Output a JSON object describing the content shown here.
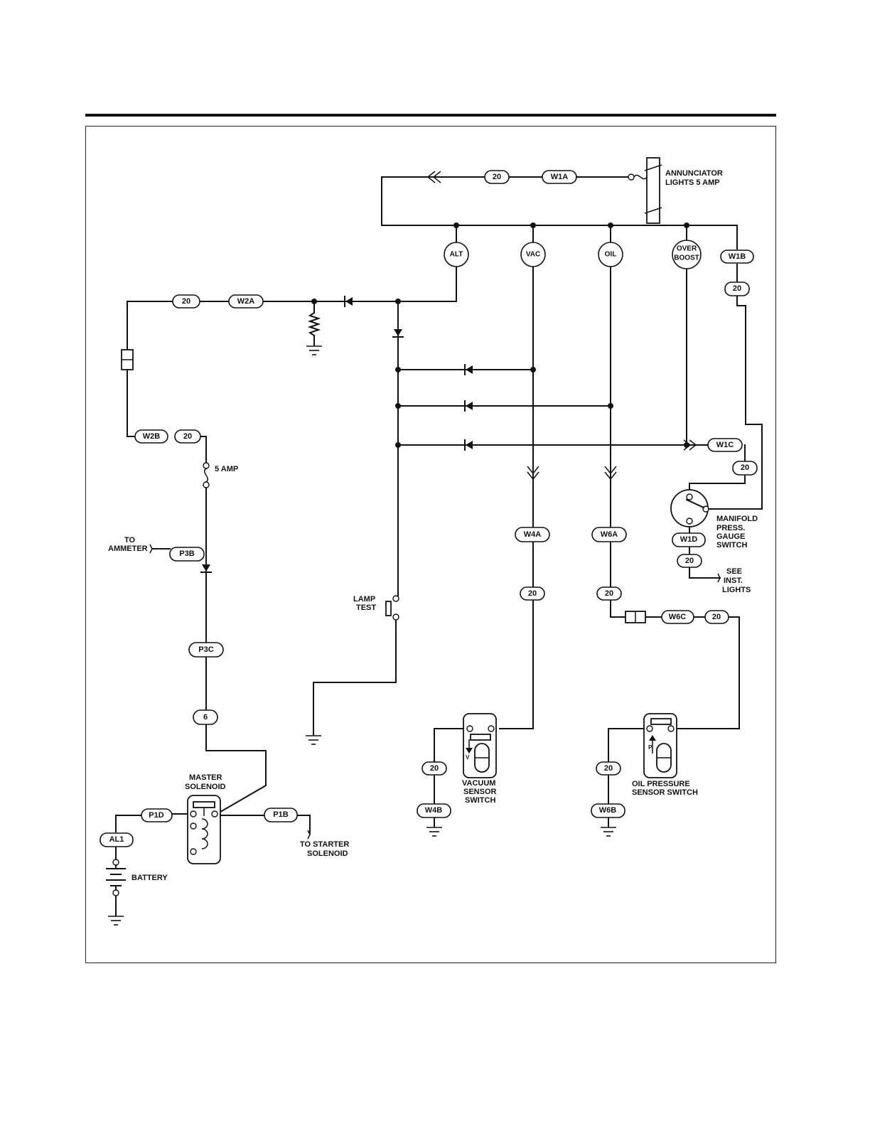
{
  "labels": {
    "annunciator_line1": "ANNUNCIATOR",
    "annunciator_line2": "LIGHTS 5 AMP",
    "five_amp": "5 AMP",
    "to_ammeter_line1": "TO",
    "to_ammeter_line2": "AMMETER",
    "lamp_test_line1": "LAMP",
    "lamp_test_line2": "TEST",
    "master_solenoid_line1": "MASTER",
    "master_solenoid_line2": "SOLENOID",
    "to_starter_line1": "TO STARTER",
    "to_starter_line2": "SOLENOID",
    "battery": "BATTERY",
    "manifold_line1": "MANIFOLD",
    "manifold_line2": "PRESS.",
    "manifold_line3": "GAUGE",
    "manifold_line4": "SWITCH",
    "see_line1": "SEE",
    "see_line2": "INST.",
    "see_line3": "LIGHTS",
    "vacuum_line1": "VACUUM",
    "vacuum_line2": "SENSOR",
    "vacuum_line3": "SWITCH",
    "oil_sensor_line1": "OIL PRESSURE",
    "oil_sensor_line2": "SENSOR SWITCH",
    "vacuum_v": "V",
    "oil_p": "P"
  },
  "indicators": {
    "alt": "ALT",
    "vac": "VAC",
    "oil": "OIL",
    "overboost_line1": "OVER",
    "overboost_line2": "BOOST"
  },
  "wire_tags": {
    "w1a_gauge": "20",
    "w1a": "W1A",
    "w1b": "W1B",
    "w1b_gauge": "20",
    "w2a_gauge": "20",
    "w2a": "W2A",
    "w2b": "W2B",
    "w2b_gauge": "20",
    "w1c": "W1C",
    "w1c_gauge": "20",
    "w1d": "W1D",
    "w1d_gauge": "20",
    "p3b": "P3B",
    "p3c": "P3C",
    "p3c_gauge": "6",
    "w4a": "W4A",
    "w4a_gauge": "20",
    "w6a": "W6A",
    "w6a_gauge": "20",
    "w6c": "W6C",
    "w6c_gauge": "20",
    "p1d": "P1D",
    "p1b": "P1B",
    "al1": "AL1",
    "w4b_gauge": "20",
    "w4b": "W4B",
    "w6b_gauge": "20",
    "w6b": "W6B"
  }
}
